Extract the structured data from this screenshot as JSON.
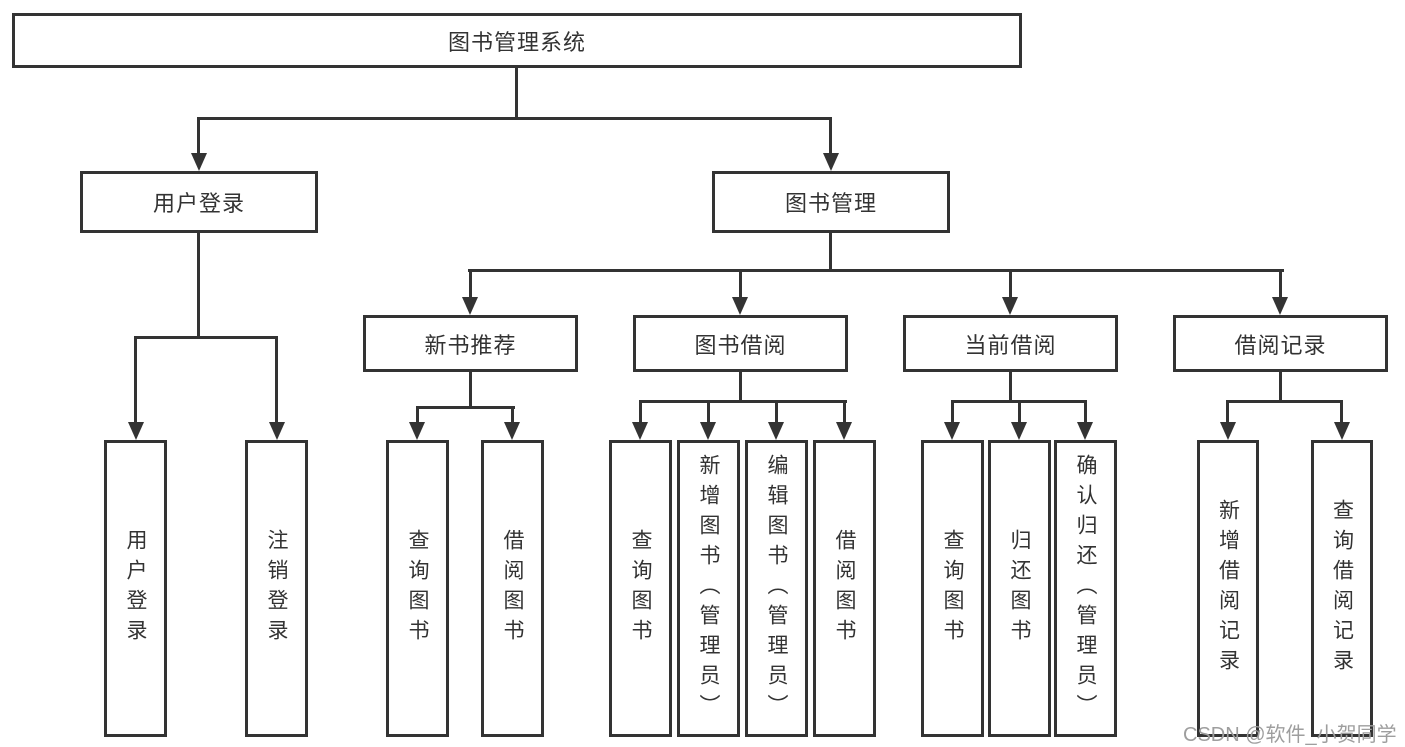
{
  "colors": {
    "line": "#333333",
    "box_border": "#333333",
    "text": "#333333",
    "watermark": "#9e9e9e",
    "background": "#ffffff"
  },
  "watermark": {
    "text": "CSDN @软件_小贺同学"
  },
  "diagram": {
    "root": {
      "label": "图书管理系统"
    },
    "branches": [
      {
        "label": "用户登录",
        "leaves": [
          {
            "label": "用户登录"
          },
          {
            "label": "注销登录"
          }
        ]
      },
      {
        "label": "图书管理",
        "sections": [
          {
            "label": "新书推荐",
            "leaves": [
              {
                "label": "查询图书"
              },
              {
                "label": "借阅图书"
              }
            ]
          },
          {
            "label": "图书借阅",
            "leaves": [
              {
                "label": "查询图书"
              },
              {
                "label": "新增图书（管理员）"
              },
              {
                "label": "编辑图书（管理员）"
              },
              {
                "label": "借阅图书"
              }
            ]
          },
          {
            "label": "当前借阅",
            "leaves": [
              {
                "label": "查询图书"
              },
              {
                "label": "归还图书"
              },
              {
                "label": "确认归还（管理员）"
              }
            ]
          },
          {
            "label": "借阅记录",
            "leaves": [
              {
                "label": "新增借阅记录"
              },
              {
                "label": "查询借阅记录"
              }
            ]
          }
        ]
      }
    ]
  }
}
